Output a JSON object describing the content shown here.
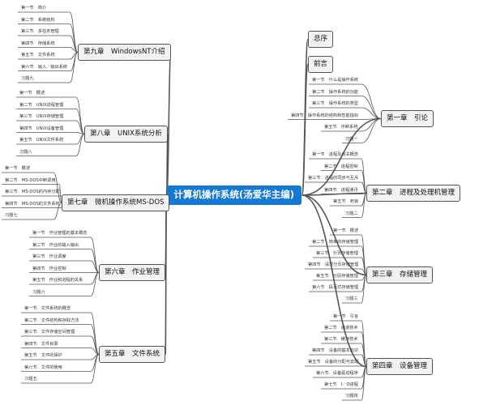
{
  "central": "计算机操作系统(汤爱华主编)",
  "colors": {
    "central_bg": "#1479d4",
    "chapter_bg": "#f2f2f2",
    "line": "#555555"
  },
  "topics": [
    {
      "id": "c9",
      "label": "第九章　WindowsNT介绍",
      "side": "left",
      "items": [
        "第一节　简介",
        "第二节　系统结构",
        "第三节　多任务管理",
        "第四节　存储系统",
        "第五节　文件系统",
        "第六节　输入／输出系统",
        "习题九"
      ]
    },
    {
      "id": "c8",
      "label": "第八章　UNIX系统分析",
      "side": "left",
      "items": [
        "第一节　概述",
        "第二节　UNIX进程管理",
        "第三节　UNIX存储管理",
        "第四节　UNIX设备管理",
        "第五节　UNIX文件系统",
        "习题八"
      ]
    },
    {
      "id": "c7",
      "label": "第七章　微机操作系统MS-DOS",
      "side": "left",
      "items": [
        "第一节　概述",
        "第二节　MS-DOS中断调用",
        "第三节　MS-DOS的内存分配",
        "第四节　MS-DOS的文件系统",
        "习题七"
      ]
    },
    {
      "id": "c6",
      "label": "第六章　作业管理",
      "side": "left",
      "items": [
        "第一节　作业管理的基本概念",
        "第二节　作业的输入输出",
        "第三节　作业调度",
        "第四节　作业控制",
        "第五节　作业和进程的关系",
        "习题六"
      ]
    },
    {
      "id": "c5",
      "label": "第五章　文件系统",
      "side": "left",
      "items": [
        "第一节　文件系统的概念",
        "第二节　文件结构和存取方法",
        "第三节　文件存储空间管理",
        "第四节　文件目录",
        "第五节　文件的保护",
        "第六节　文件的使用",
        "习题五"
      ]
    },
    {
      "id": "zx",
      "label": "总序",
      "side": "right",
      "items": []
    },
    {
      "id": "qy",
      "label": "前言",
      "side": "right",
      "items": []
    },
    {
      "id": "c1",
      "label": "第一章　引论",
      "side": "right",
      "items": [
        "第一节　什么是操作系统",
        "第二节　操作系统的功能",
        "第三节　操作系统的类型",
        "第四节　操作系统的结构和性能指标",
        "第五节　中断系统",
        "习题一"
      ]
    },
    {
      "id": "c2",
      "label": "第二章　进程及处理机管理",
      "side": "right",
      "items": [
        "第一节　进程及有关概念",
        "第二节　进程控制",
        "第三节　进程的同步与互斥",
        "第四节　进程通讯",
        "第五节　死锁",
        "习题二"
      ]
    },
    {
      "id": "c3",
      "label": "第三章　存储管理",
      "side": "right",
      "items": [
        "第一节　概述",
        "第二节　简单的存储管理",
        "第三节　分页存储管理",
        "第四节　请求分页存储管理",
        "第五节　分段存储管理",
        "第六节　段页式存储管理",
        "习题三"
      ]
    },
    {
      "id": "c4",
      "label": "第四章　设备管理",
      "side": "right",
      "items": [
        "第一节　引言",
        "第二节　通道技术",
        "第三节　缓冲技术",
        "第四节　设备的基本知识",
        "第五节　设备的分配与去配",
        "第六节　设备驱动程序",
        "第七节　I／O进程",
        "习题四"
      ]
    }
  ]
}
